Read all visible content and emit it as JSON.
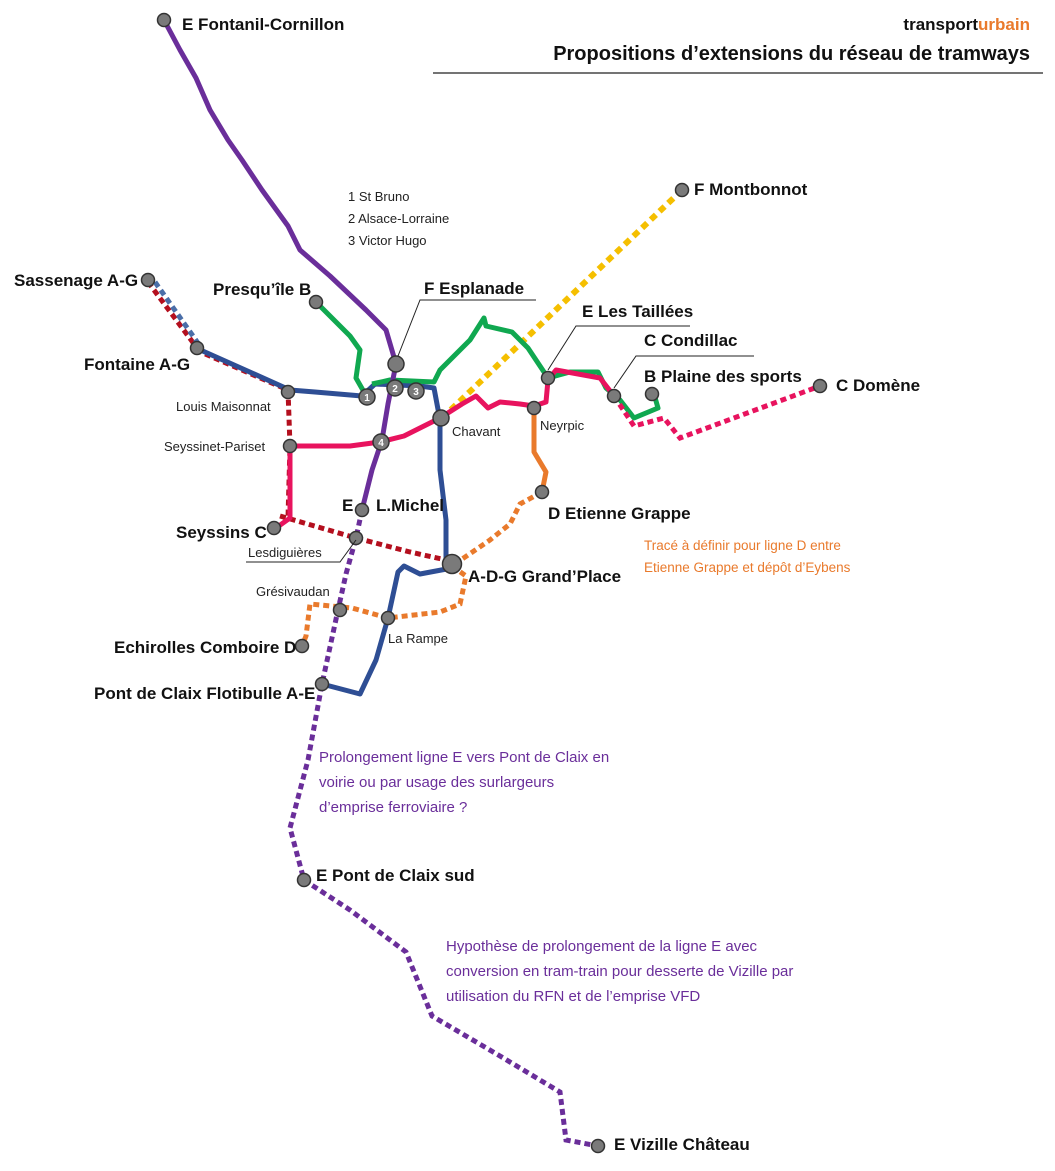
{
  "header": {
    "brand_a": "transport",
    "brand_b": "urbain",
    "title": "Propositions d’extensions du réseau de tramways"
  },
  "colors": {
    "line_a": "#2e4e94",
    "line_b": "#10a850",
    "line_c": "#e8135e",
    "line_d": "#e97a2c",
    "line_e": "#6a2e9a",
    "line_f": "#f5bf00",
    "line_g": "#b40f1e",
    "brand_accent": "#e97a2c"
  },
  "legend": {
    "item1": "1 St Bruno",
    "item2": "2 Alsace-Lorraine",
    "item3": "3 Victor Hugo"
  },
  "stations": {
    "fontanil": "E Fontanil-Cornillon",
    "montbonnot": "F Montbonnot",
    "sassenage": "Sassenage A-G",
    "presquile": "Presqu’île B",
    "esplanade": "F Esplanade",
    "taillees": "E Les Taillées",
    "condillac": "C Condillac",
    "plaine": "B Plaine des sports",
    "domene": "C Domène",
    "fontaine": "Fontaine A-G",
    "maisonnat": "Louis Maisonnat",
    "chavant": "Chavant",
    "neyrpic": "Neyrpic",
    "seyssinet": "Seyssinet-Pariset",
    "lmichel_e": "E",
    "lmichel": "L.Michel",
    "grappe": "D Etienne Grappe",
    "seyssins": "Seyssins C",
    "lesdiguieres": "Lesdiguières",
    "grandplace": "A-D-G Grand’Place",
    "gresivaudan": "Grésivaudan",
    "larampe": "La Rampe",
    "comboire": "Echirolles Comboire D",
    "flotibulle": "Pont de Claix Flotibulle A-E",
    "pdc_sud": "E Pont de Claix sud",
    "vizille": "E Vizille Château"
  },
  "numbers": {
    "n1": "1",
    "n2": "2",
    "n3": "3",
    "n4": "4"
  },
  "notes": {
    "orange_1": "Tracé à définir pour ligne D entre",
    "orange_2": "Etienne Grappe et dépôt d’Eybens",
    "e_ext_1": "Prolongement ligne E vers Pont de Claix en",
    "e_ext_2": "voirie ou par usage des surlargeurs",
    "e_ext_3": "d’emprise ferroviaire ?",
    "tt_1": "Hypothèse de prolongement de la ligne E avec",
    "tt_2": "conversion en tram-train pour desserte de Vizille par",
    "tt_3": "utilisation du RFN et de l’emprise VFD"
  }
}
